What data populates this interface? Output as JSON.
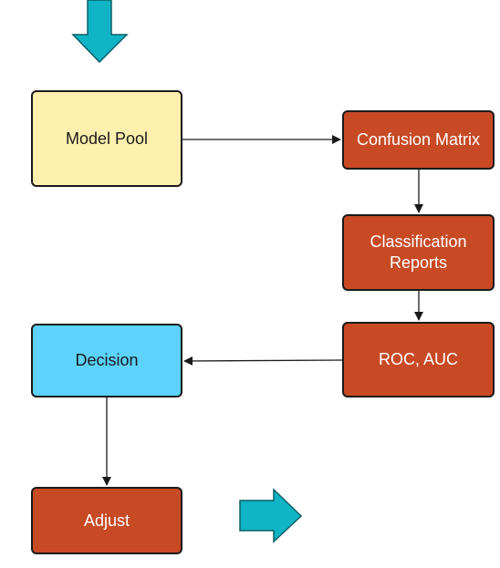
{
  "diagram": {
    "nodes": [
      {
        "id": "model-pool",
        "label": "Model Pool",
        "color": "#fdf0ae"
      },
      {
        "id": "confusion-matrix",
        "label": "Confusion Matrix",
        "color": "#c74a25"
      },
      {
        "id": "classification-reports",
        "label": "Classification\nReports",
        "color": "#c74a25"
      },
      {
        "id": "roc-auc",
        "label": "ROC, AUC",
        "color": "#c74a25"
      },
      {
        "id": "decision",
        "label": "Decision",
        "color": "#5cd2fc"
      },
      {
        "id": "adjust",
        "label": "Adjust",
        "color": "#c74a25"
      }
    ],
    "edges": [
      {
        "from": "model-pool",
        "to": "confusion-matrix"
      },
      {
        "from": "confusion-matrix",
        "to": "classification-reports"
      },
      {
        "from": "classification-reports",
        "to": "roc-auc"
      },
      {
        "from": "roc-auc",
        "to": "decision"
      },
      {
        "from": "decision",
        "to": "adjust"
      }
    ],
    "decorations": [
      {
        "name": "down-arrow-icon",
        "color": "#0fb5c4"
      },
      {
        "name": "right-arrow-icon",
        "color": "#0fb5c4"
      }
    ]
  }
}
